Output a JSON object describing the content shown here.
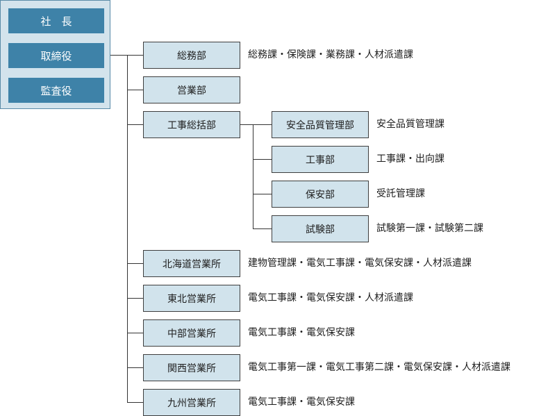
{
  "executives": [
    {
      "id": "president",
      "label": "社　長"
    },
    {
      "id": "directors",
      "label": "取締役"
    },
    {
      "id": "auditor",
      "label": "監査役"
    }
  ],
  "departments": [
    {
      "id": "general-affairs",
      "label": "総務部",
      "desc": "総務課・保険課・業務課・人材派遣課"
    },
    {
      "id": "sales",
      "label": "営業部",
      "desc": ""
    },
    {
      "id": "construction-general",
      "label": "工事総括部",
      "desc": ""
    },
    {
      "id": "hokkaido",
      "label": "北海道営業所",
      "desc": "建物管理課・電気工事課・電気保安課・人材派遣課"
    },
    {
      "id": "tohoku",
      "label": "東北営業所",
      "desc": "電気工事課・電気保安課・人材派遣課"
    },
    {
      "id": "chubu",
      "label": "中部営業所",
      "desc": "電気工事課・電気保安課"
    },
    {
      "id": "kansai",
      "label": "関西営業所",
      "desc": "電気工事第一課・電気工事第二課・電気保安課・人材派遣課"
    },
    {
      "id": "kyushu",
      "label": "九州営業所",
      "desc": "電気工事課・電気保安課"
    }
  ],
  "sub_departments": [
    {
      "id": "safety-quality",
      "label": "安全品質管理部",
      "desc": "安全品質管理課"
    },
    {
      "id": "construction",
      "label": "工事部",
      "desc": "工事課・出向課"
    },
    {
      "id": "security",
      "label": "保安部",
      "desc": "受託管理課"
    },
    {
      "id": "testing",
      "label": "試験部",
      "desc": "試験第一課・試験第二課"
    }
  ]
}
